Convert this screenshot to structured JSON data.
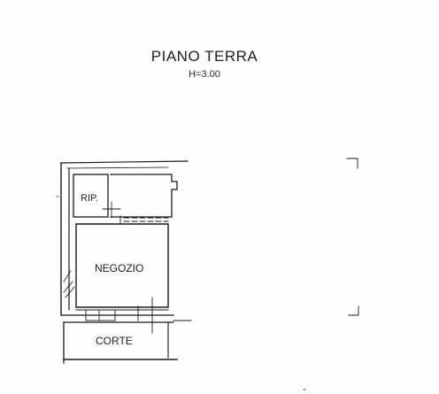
{
  "plan": {
    "title": "PIANO TERRA",
    "height_label": "H=3.00",
    "rooms": {
      "rip": "RIP.",
      "negozio": "NEGOZIO",
      "corte": "CORTE"
    }
  },
  "colors": {
    "line": "#1a1a1a",
    "paper": "#fefefe"
  }
}
